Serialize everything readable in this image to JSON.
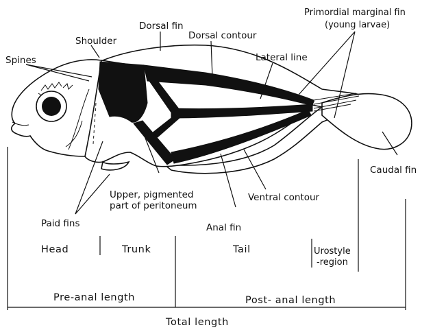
{
  "labels": {
    "dorsal_fin": "Dorsal fin",
    "primordial_line1": "Primordial marginal fin",
    "primordial_line2": "(young larvae)",
    "shoulder": "Shoulder",
    "dorsal_contour": "Dorsal contour",
    "spines": "Spines",
    "lateral_line": "Lateral line",
    "caudal_fin": "Caudal fin",
    "upper_line1": "Upper, pigmented",
    "upper_line2": "part of peritoneum",
    "ventral_contour": "Ventral contour",
    "paired_fins": "Paid fins",
    "anal_fin": "Anal fin"
  },
  "sections": {
    "head": "Head",
    "trunk": "Trunk",
    "tail": "Tail",
    "urostyle_line1": "Urostyle",
    "urostyle_line2": "-region"
  },
  "lengths": {
    "pre_anal": "Pre-anal length",
    "post_anal": "Post- anal length",
    "total": "Total length"
  }
}
